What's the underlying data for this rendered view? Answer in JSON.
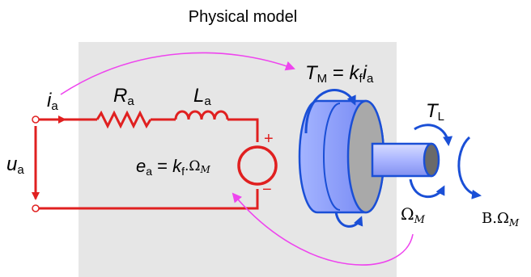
{
  "diagram": {
    "title": "Physical model",
    "labels": {
      "current": {
        "main": "i",
        "sub": "a"
      },
      "voltage": {
        "main": "u",
        "sub": "a"
      },
      "resistor": {
        "main": "R",
        "sub": "a"
      },
      "inductor": {
        "main": "L",
        "sub": "a"
      },
      "back_emf": {
        "lhs_main": "e",
        "lhs_sub": "a",
        "eq": " = ",
        "rhs_main": "k",
        "rhs_sub": "f",
        "rhs_tail": ".Ω",
        "rhs_sub2": "M"
      },
      "motor_torque": {
        "lhs_main": "T",
        "lhs_sub": "M",
        "eq": " = ",
        "rhs_main": "k",
        "rhs_sub": "f",
        "rhs_tail": "i",
        "rhs_sub2": "a"
      },
      "load_torque": {
        "main": "T",
        "sub": "L"
      },
      "speed": {
        "main": "Ω",
        "sub": "M"
      },
      "friction": {
        "main": "B.Ω",
        "sub": "M"
      },
      "plus_sign": "+",
      "minus_sign": "−"
    },
    "colors": {
      "circuit": "#e02020",
      "rotor": "#1a4fd6",
      "feedback_arrow": "#ee44ee",
      "panel": "#e6e6e6"
    }
  }
}
